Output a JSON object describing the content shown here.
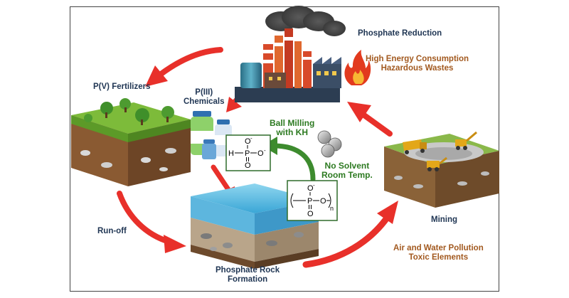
{
  "labels": {
    "phosphate_reduction": "Phosphate Reduction",
    "impact_line1": "High Energy Consumption",
    "impact_line2": "Hazardous Wastes",
    "fertilizers": "P(V) Fertilizers",
    "p3_line1": "P(III)",
    "p3_line2": "Chemicals",
    "ball_line1": "Ball Milling",
    "ball_line2": "with KH",
    "cond_line1": "No Solvent",
    "cond_line2": "Room Temp.",
    "mining": "Mining",
    "runoff": "Run-off",
    "rock_line1": "Phosphate Rock",
    "rock_line2": "Formation",
    "pollution_line1": "Air and Water Pollution",
    "pollution_line2": "Toxic Elements"
  },
  "formulas": {
    "phosphite": {
      "h": "H",
      "p": "P",
      "o_top": "O",
      "o_minus_top": "-",
      "o_right": "O",
      "o_minus_right": "-",
      "o_bottom": "O"
    },
    "polymer": {
      "p": "P",
      "o_top": "O",
      "o_minus": "-",
      "o_right": "O",
      "o_bottom": "O",
      "n": "n"
    }
  },
  "colors": {
    "arrow_red": "#e8302a",
    "arrow_green": "#3d8b2e",
    "text_dark": "#1f3553",
    "text_brown": "#a2591f",
    "text_green": "#2d7a21"
  }
}
